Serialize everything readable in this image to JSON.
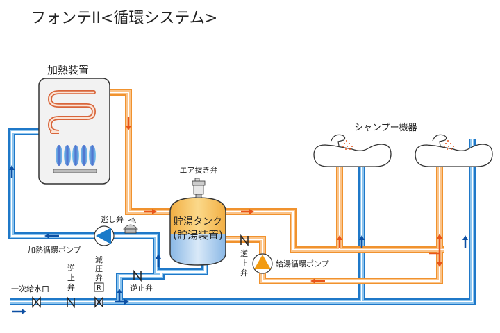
{
  "title": "フォンテII<循環システム>",
  "colors": {
    "hot_pipe": "#f4a460",
    "hot_pipe_edge": "#f0922e",
    "hot_arrow": "#e8541a",
    "cold_pipe": "#3b8fd6",
    "cold_pipe_edge": "#1f78c8",
    "cold_arrow": "#0d4fa3",
    "coil": "#d8653a",
    "tank_top": "#f5b942",
    "tank_bottom": "#9cc4ec",
    "pump_blue": "#1a7ac9",
    "pump_orange": "#f29b12"
  },
  "components": {
    "heater": {
      "label": "加熱装置",
      "icon": "heater-icon"
    },
    "tank": {
      "label_line1": "貯湯タンク",
      "label_line2": "(貯湯装置)",
      "icon": "tank-icon"
    },
    "air_valve": {
      "label": "エア抜き弁",
      "icon": "air-vent-icon"
    },
    "relief_valve": {
      "label": "逃し弁",
      "icon": "relief-valve-icon"
    },
    "heating_pump": {
      "label": "加熱循環ポンプ",
      "icon": "pump-icon"
    },
    "supply_pump": {
      "label": "給湯循環ポンプ",
      "icon": "pump-icon"
    },
    "shampoo": {
      "label": "シャンプー機器",
      "icon": "shampoo-basin-icon"
    },
    "water_inlet": {
      "label": "一次給水口",
      "icon": "gate-valve-icon"
    },
    "check_valve_1": {
      "label": [
        "逆",
        "止",
        "弁"
      ],
      "icon": "check-valve-icon"
    },
    "pressure_valve": {
      "label": [
        "減",
        "圧",
        "弁"
      ],
      "badge": "R",
      "icon": "pressure-reducing-valve-icon"
    },
    "check_valve_2": {
      "label": "逆止弁",
      "icon": "check-valve-icon"
    },
    "check_valve_3": {
      "label": [
        "逆",
        "止",
        "弁"
      ],
      "icon": "check-valve-icon"
    }
  }
}
